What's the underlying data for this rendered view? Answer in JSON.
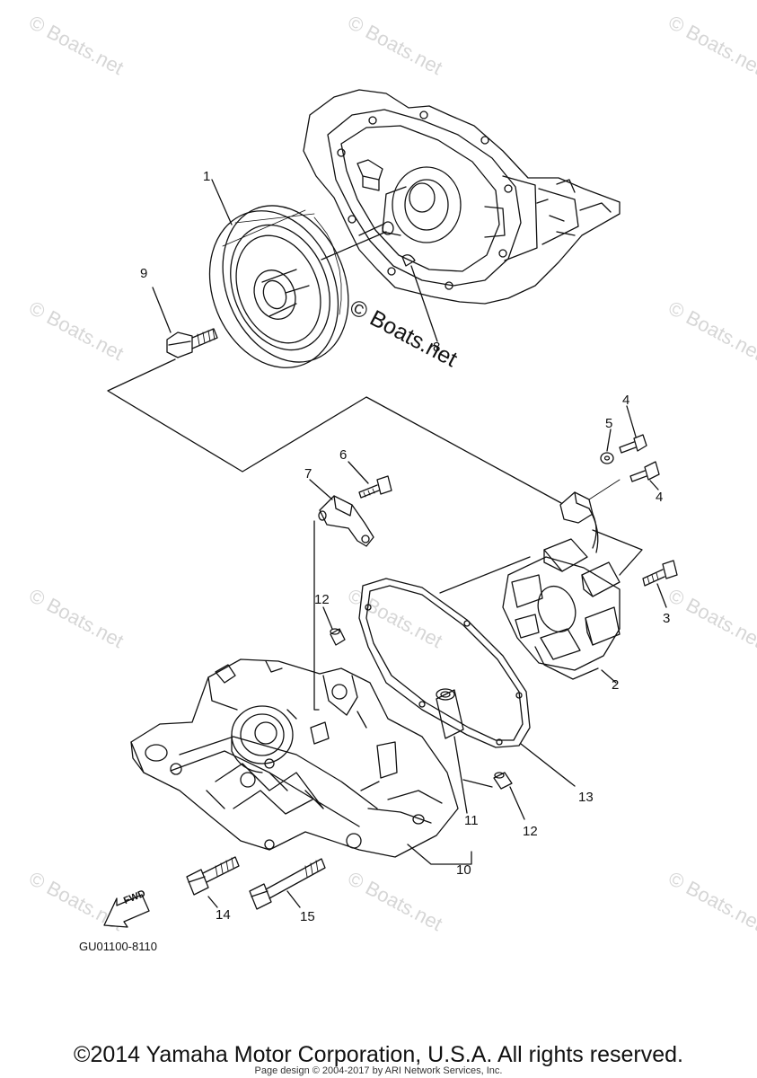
{
  "watermark": {
    "text": "© Boats.net"
  },
  "callouts": [
    {
      "label": "1"
    },
    {
      "label": "9"
    },
    {
      "label": "8"
    },
    {
      "label": "6"
    },
    {
      "label": "7"
    },
    {
      "label": "5"
    },
    {
      "label": "4"
    },
    {
      "label": "4"
    },
    {
      "label": "3"
    },
    {
      "label": "2"
    },
    {
      "label": "12"
    },
    {
      "label": "13"
    },
    {
      "label": "12"
    },
    {
      "label": "11"
    },
    {
      "label": "10"
    },
    {
      "label": "14"
    },
    {
      "label": "15"
    }
  ],
  "fwd_label": "FWD",
  "diagram_code": "GU01100-8110",
  "footer": {
    "copyright": "©2014 Yamaha Motor Corporation, U.S.A. All rights reserved.",
    "credit": "Page design © 2004-2017 by ARI Network Services, Inc."
  }
}
